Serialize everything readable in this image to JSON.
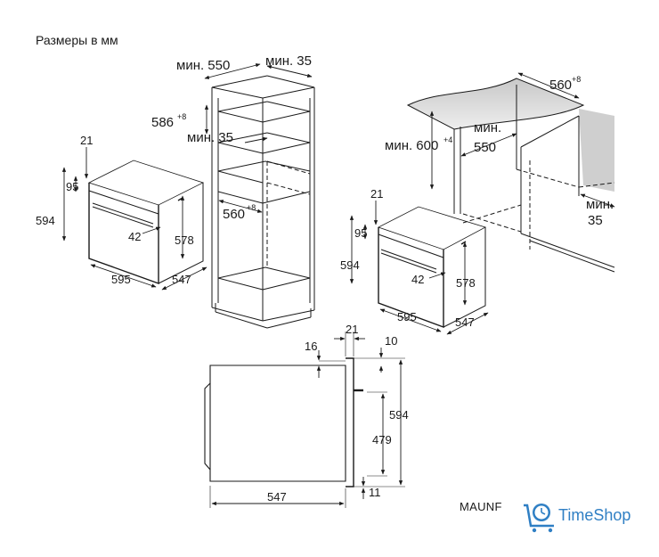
{
  "title": "Размеры в мм",
  "diagram_tall_cabinet": {
    "niche_depth_min": "мин. 550",
    "rear_gap_min": "мин. 35",
    "vent_height": "586",
    "vent_height_tol": "+8",
    "vent_gap_min": "мин. 35",
    "niche_width": "560",
    "niche_width_tol": "+8"
  },
  "oven_left": {
    "d21": "21",
    "d95": "95",
    "d594": "594",
    "d42": "42",
    "d578": "578",
    "d595": "595",
    "d547": "547"
  },
  "diagram_under_counter": {
    "niche_width": "560",
    "niche_width_tol": "+8",
    "niche_height_min": "мин. 600",
    "niche_height_tol": "+4",
    "depth_min_label": "мин.",
    "depth_min_value": "550",
    "rear_gap_label": "мин.",
    "rear_gap_value": "35"
  },
  "oven_right": {
    "d21": "21",
    "d95": "95",
    "d594": "594",
    "d42": "42",
    "d578": "578",
    "d595": "595",
    "d547": "547"
  },
  "side_view": {
    "d16": "16",
    "d21": "21",
    "d10": "10",
    "d594": "594",
    "d479": "479",
    "d547": "547",
    "d11": "11"
  },
  "model_mark": "MAUNF",
  "brand": {
    "name": "TimeShop",
    "color": "#2f7fc4",
    "icon": "clock-cart-icon"
  }
}
